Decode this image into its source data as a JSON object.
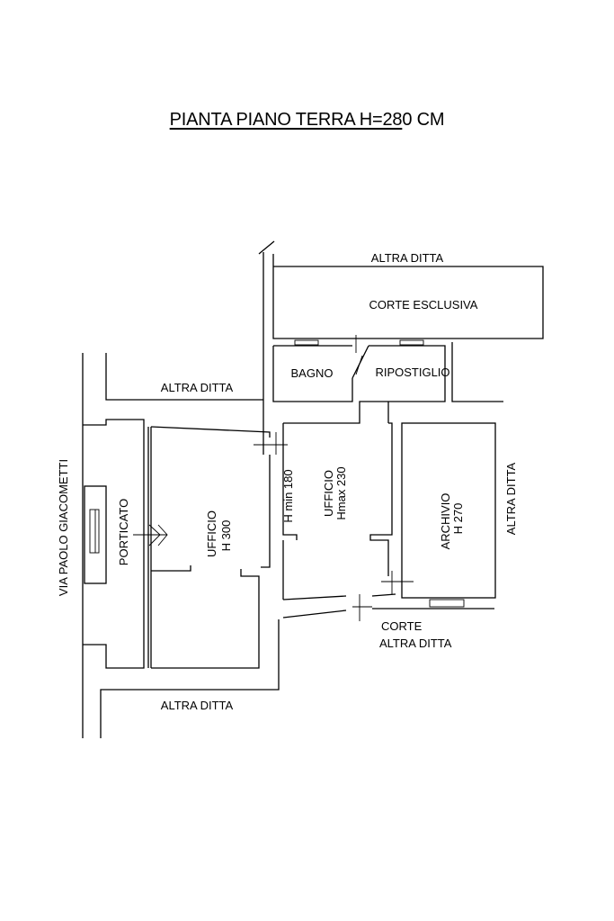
{
  "title": {
    "prefix": "PIANTA PIANO TERRA H=28",
    "suffix": "0 CM"
  },
  "rooms": {
    "corte_esclusiva": "CORTE ESCLUSIVA",
    "bagno": "BAGNO",
    "ripostiglio": "RIPOSTIGLIO",
    "porticato": "PORTICATO",
    "ufficio_left": {
      "name": "UFFICIO",
      "height": "H 300"
    },
    "ufficio_center": {
      "name": "UFFICIO",
      "height": "Hmax 230",
      "hmin": "H min 180"
    },
    "archivio": {
      "name": "ARCHIVIO",
      "height": "H 270"
    }
  },
  "surroundings": {
    "altra_ditta_top": "ALTRA DITTA",
    "altra_ditta_left": "ALTRA DITTA",
    "altra_ditta_right": "ALTRA DITTA",
    "altra_ditta_bottom": "ALTRA DITTA",
    "corte_altra_ditta_1": "CORTE",
    "corte_altra_ditta_2": "ALTRA DITTA",
    "street": "VIA PAOLO GIACOMETTI"
  }
}
